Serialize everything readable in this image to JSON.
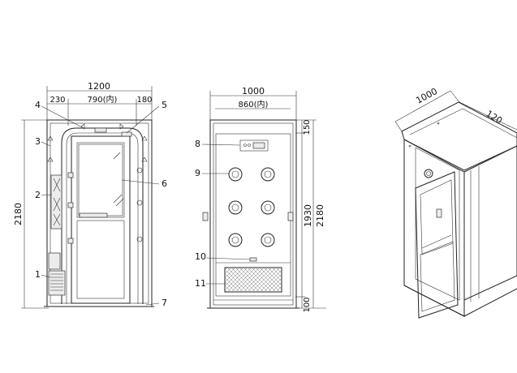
{
  "front_view": {
    "overall_width": "1200",
    "left_offset": "230",
    "inner_width": "790(内)",
    "right_offset": "180",
    "overall_height": "2180",
    "callouts": [
      "1",
      "2",
      "3",
      "4",
      "5",
      "6",
      "7"
    ]
  },
  "side_view": {
    "overall_width": "1000",
    "inner_width": "860(内)",
    "top_dim": "150",
    "inner_height": "1930",
    "overall_height": "2180",
    "bottom_dim": "100",
    "callouts": [
      "8",
      "9",
      "10",
      "11"
    ]
  },
  "iso_view": {
    "width_dim": "1000",
    "partial_dim": "120"
  }
}
